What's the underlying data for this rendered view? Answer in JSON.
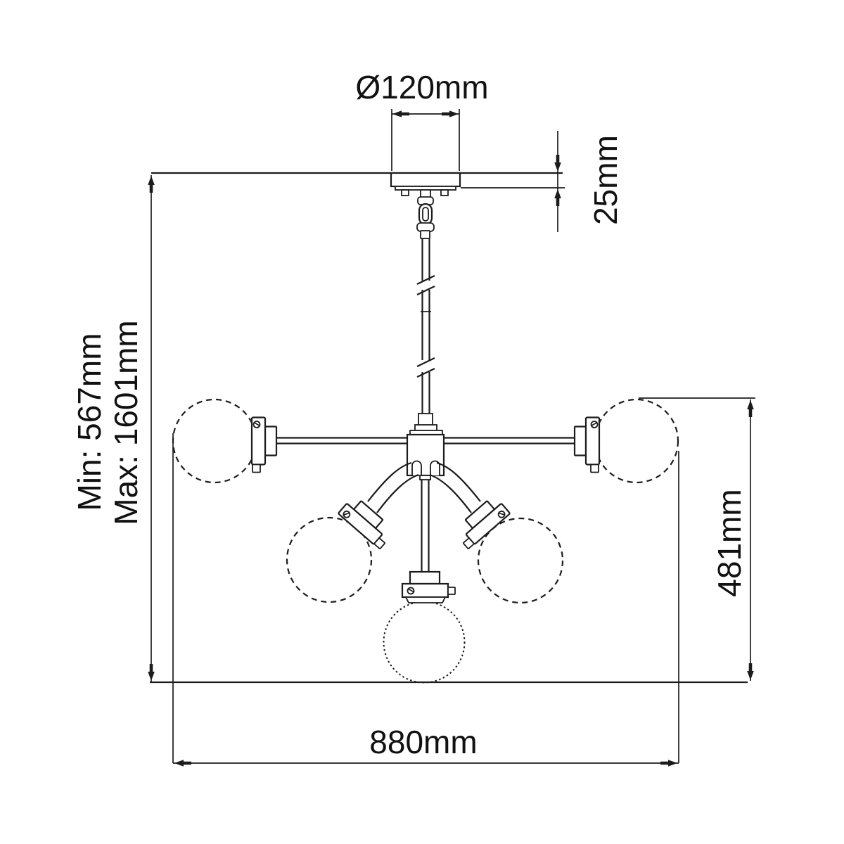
{
  "diagram": {
    "type": "technical-dimension-drawing",
    "labels": {
      "canopy_diameter": "Ø120mm",
      "canopy_depth": "25mm",
      "drop_min": "Min: 567mm",
      "drop_max": "Max: 1601mm",
      "body_height": "481mm",
      "overall_width": "880mm"
    },
    "values": {
      "canopy_diameter_mm": 120,
      "canopy_depth_mm": 25,
      "drop_min_mm": 567,
      "drop_max_mm": 1601,
      "body_height_mm": 481,
      "overall_width_mm": 880
    },
    "colors": {
      "line": "#1c1c1c",
      "text": "#111111",
      "background": "#ffffff"
    }
  }
}
